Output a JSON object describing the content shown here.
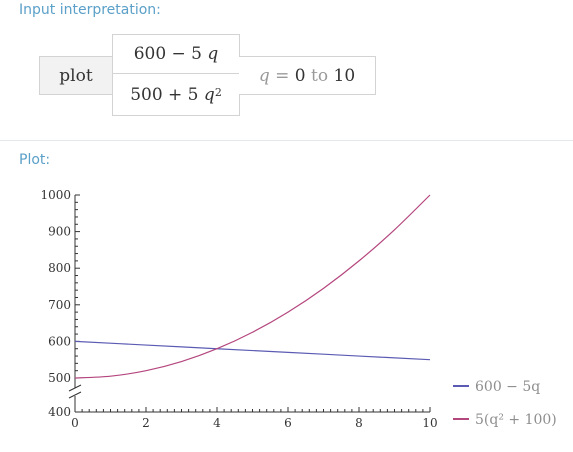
{
  "input_section": {
    "label": "Input interpretation:",
    "command": "plot",
    "functions": [
      {
        "text": "600 − 5",
        "var": "q"
      },
      {
        "text": "500 + 5",
        "var": "q",
        "exp": "2"
      }
    ],
    "range": {
      "var": "q",
      "eq": "=",
      "from": "0",
      "to_word": "to",
      "to": "10"
    }
  },
  "plot_section": {
    "label": "Plot:"
  },
  "chart_data": {
    "type": "line",
    "x_range": [
      0,
      10
    ],
    "ylim": [
      400,
      1000
    ],
    "y_axis_break": true,
    "x_ticks": [
      "0",
      "2",
      "4",
      "6",
      "8",
      "10"
    ],
    "y_ticks": [
      "400",
      "500",
      "600",
      "700",
      "800",
      "900",
      "1000"
    ],
    "series": [
      {
        "name": "600 − 5q",
        "color": "#5b5bb4",
        "x": [
          0,
          2,
          4,
          6,
          8,
          10
        ],
        "y": [
          600,
          590,
          580,
          570,
          560,
          550
        ]
      },
      {
        "name": "5(q² + 100)",
        "color": "#b4467e",
        "x": [
          0,
          1,
          2,
          3,
          4,
          5,
          6,
          7,
          8,
          9,
          10
        ],
        "y": [
          500,
          505,
          520,
          545,
          580,
          625,
          680,
          745,
          820,
          905,
          1000
        ]
      }
    ],
    "legend_position": "bottom-right"
  }
}
